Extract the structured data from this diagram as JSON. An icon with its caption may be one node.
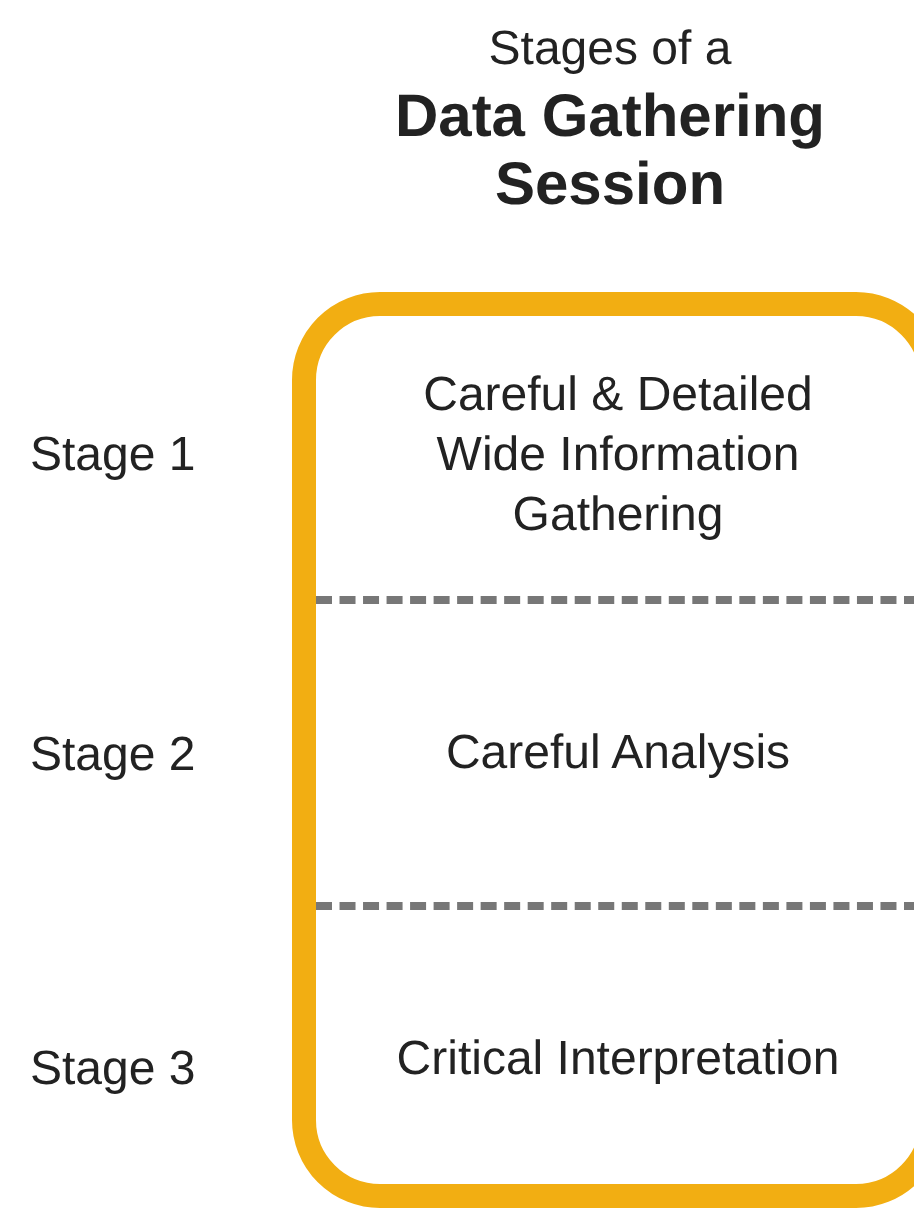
{
  "diagram": {
    "title": "Stages of a **Data Gathering Session**",
    "nodes": [
      {
        "text": [],
        "shape": "box"
      },
      {
        "text": [
          "Careful & Detailed Wide Information Gathering"
        ],
        "in": 0
      },
      {
        "text": [
          "Careful Analysis"
        ],
        "in": 0
      },
      {
        "text": [
          "Critical Interpretation"
        ],
        "in": 0
      }
    ],
    "labels": [
      "Stage 1",
      "Stage 2",
      "Stage 3"
    ]
  }
}
